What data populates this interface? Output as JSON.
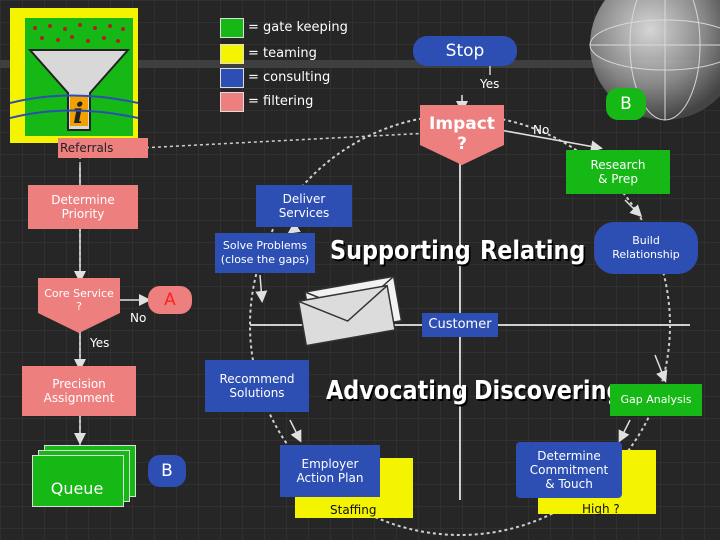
{
  "legend": [
    {
      "label": "= gate keeping",
      "color": "#15b815"
    },
    {
      "label": "= teaming",
      "color": "#f4f400"
    },
    {
      "label": "= consulting",
      "color": "#2d4fb3"
    },
    {
      "label": "= filtering",
      "color": "#ee7f7f"
    }
  ],
  "nodes": {
    "stop": "Stop",
    "yes_top": "Yes",
    "b_top": "B",
    "impact_line1": "Impact",
    "impact_line2": "?",
    "no_impact": "No",
    "referrals": "Referrals",
    "research_line1": "Research",
    "research_line2": "& Prep",
    "determine_priority_line1": "Determine",
    "determine_priority_line2": "Priority",
    "deliver_line1": "Deliver",
    "deliver_line2": "Services",
    "solve_line1": "Solve Problems",
    "solve_line2": "(close the gaps)",
    "build_line1": "Build",
    "build_line2": "Relationship",
    "core_line1": "Core Service",
    "core_line2": "?",
    "a_label": "A",
    "no_core": "No",
    "yes_core": "Yes",
    "customer": "Customer",
    "precision_line1": "Precision",
    "precision_line2": "Assignment",
    "recommend_line1": "Recommend",
    "recommend_line2": "Solutions",
    "gap": "Gap Analysis",
    "queue": "Queue",
    "b_bottom": "B",
    "employer_line1": "Employer",
    "employer_line2": "Action Plan",
    "staffing": "Staffing",
    "commit_line1": "Determine",
    "commit_line2": "Commitment",
    "commit_line3": "& Touch",
    "high": "High ?"
  },
  "quadrants": {
    "supporting": "Supporting",
    "relating": "Relating",
    "advocating": "Advocating",
    "discovering": "Discovering"
  }
}
